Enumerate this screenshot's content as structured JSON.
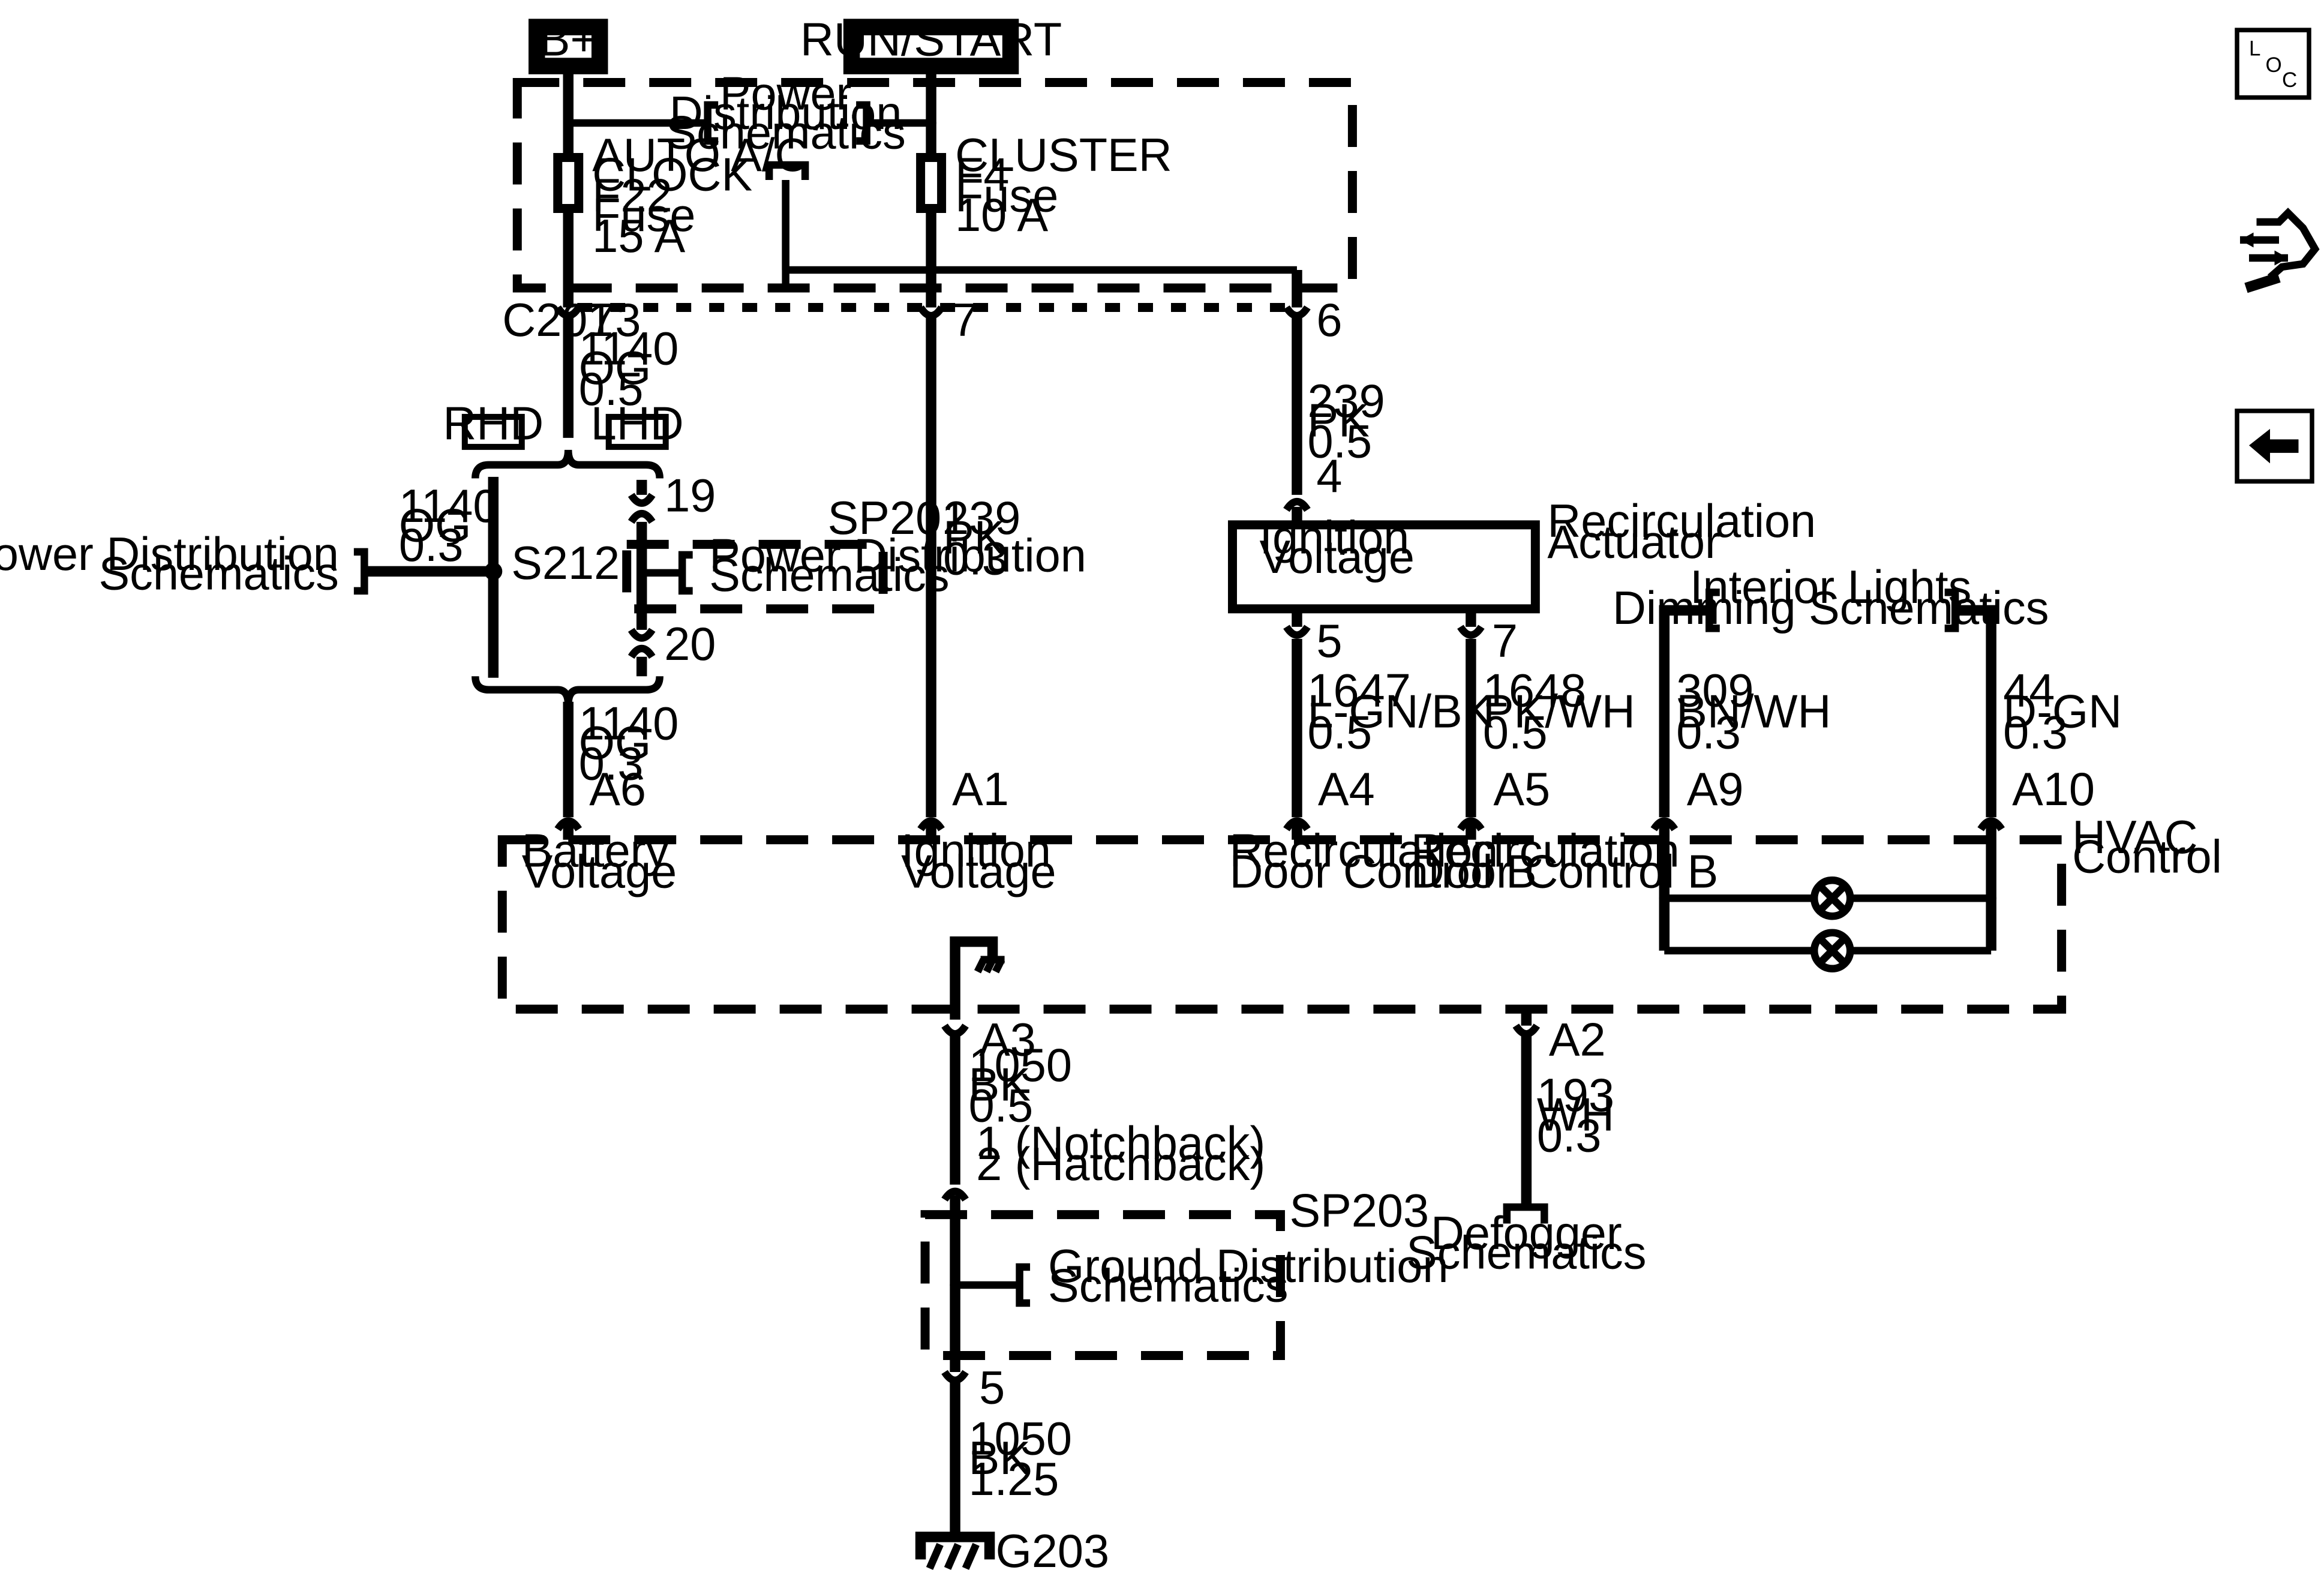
{
  "power_labels": {
    "bplus": "B+",
    "run_start": "RUN/START"
  },
  "fuse_block": {
    "power_dist": [
      "Power",
      "Distribution",
      "Schematics"
    ],
    "fuse_left": [
      "AUTO A/C",
      "CLOCK",
      "F22",
      "Fuse",
      "15 A"
    ],
    "fuse_right": [
      "CLUSTER",
      "F4",
      "Fuse",
      "10 A"
    ]
  },
  "connector_c201": {
    "name": "C201",
    "pin_73": "73",
    "pin_7": "7",
    "pin_6": "6"
  },
  "wires": {
    "w1140_top": [
      "1140",
      "OG",
      "0.5"
    ],
    "w1140_left": [
      "1140",
      "OG",
      "0.3"
    ],
    "w1140_bottom": [
      "1140",
      "OG",
      "0.3"
    ],
    "w239_mid": [
      "239",
      "PK",
      "0.3"
    ],
    "w239_right": [
      "239",
      "PK",
      "0.5"
    ],
    "w1647": [
      "1647",
      "L-GN/BK",
      "0.5"
    ],
    "w1648": [
      "1648",
      "PK/WH",
      "0.5"
    ],
    "w309": [
      "309",
      "BN/WH",
      "0.3"
    ],
    "w44": [
      "44",
      "D-GN",
      "0.3"
    ],
    "w1050_top": [
      "1050",
      "BK",
      "0.5"
    ],
    "w1050_bottom": [
      "1050",
      "BK",
      "1.25"
    ],
    "w193": [
      "193",
      "WH",
      "0.3"
    ]
  },
  "options": {
    "rhd": "RHD",
    "lhd": "LHD"
  },
  "splices": {
    "s212": "S212",
    "sp201": "SP201",
    "sp203": "SP203",
    "pin19": "19",
    "pin20": "20"
  },
  "refs": {
    "power_dist_left": [
      "Power Distribution",
      "Schematics"
    ],
    "power_dist_sp201": [
      "Power Distribution",
      "Schematics"
    ],
    "interior_lights": [
      "Interior Lights",
      "Dimming Schematics"
    ],
    "ground_dist": [
      "Ground Distribution",
      "Schematics"
    ],
    "defogger": [
      "Defogger",
      "Schematics"
    ]
  },
  "actuator": {
    "title": [
      "Recirculation",
      "Actuator"
    ],
    "inner": [
      "Ignition",
      "Voltage"
    ],
    "pin4": "4",
    "pin5": "5",
    "pin7": "7"
  },
  "hvac": {
    "title": [
      "HVAC",
      "Control"
    ],
    "pins": {
      "a6": "A6",
      "a1": "A1",
      "a4": "A4",
      "a5": "A5",
      "a9": "A9",
      "a10": "A10",
      "a3": "A3",
      "a2": "A2"
    },
    "battery": [
      "Battery",
      "Voltage"
    ],
    "ignition": [
      "Ignition",
      "Voltage"
    ],
    "recirc_a4": [
      "Recirculation",
      "Door Control B"
    ],
    "recirc_a5": [
      "Recirculation",
      "Door Control B"
    ]
  },
  "ground": {
    "pin_notes": [
      "1 (Notchback)",
      "2 (Hatchback)"
    ],
    "pin5": "5",
    "g203": "G203"
  },
  "nav": {
    "loc": [
      "L",
      "O",
      "C"
    ]
  }
}
